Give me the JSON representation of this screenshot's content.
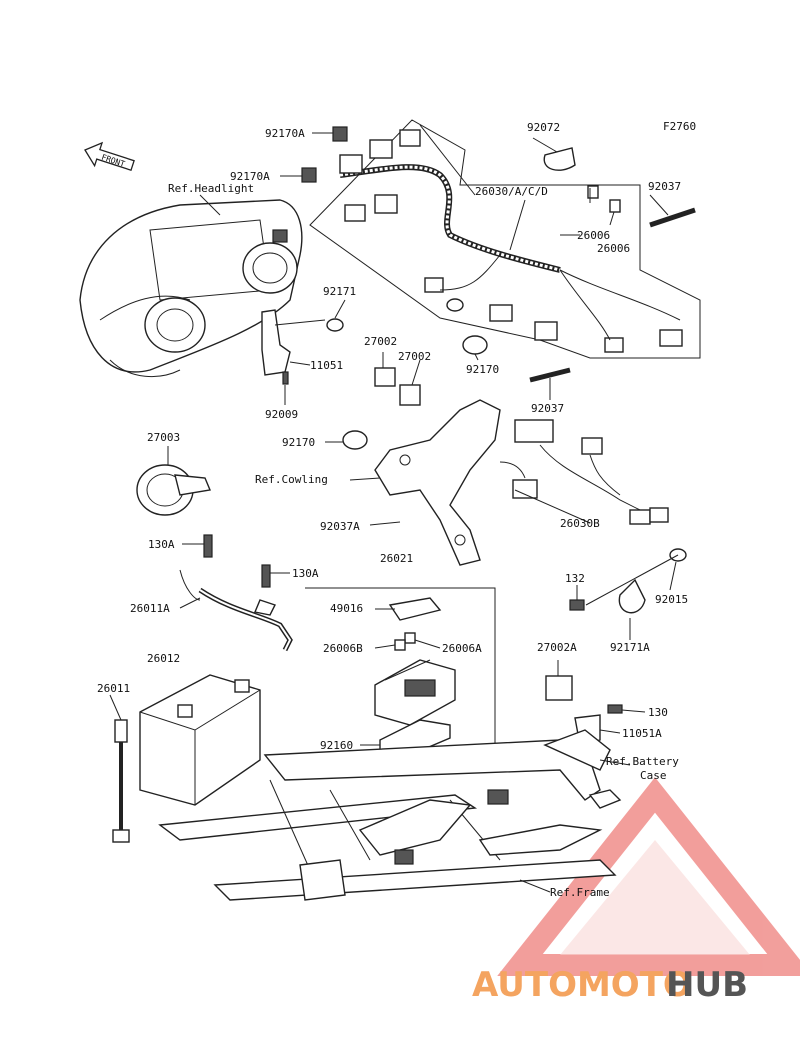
{
  "figure_code": "F2760",
  "front_label": "FRONT",
  "refs": {
    "headlight": "Ref.Headlight",
    "cowling": "Ref.Cowling",
    "battery_case_line1": "Ref.Battery",
    "battery_case_line2": "Case",
    "frame": "Ref.Frame"
  },
  "parts": {
    "p92170A_a": "92170A",
    "p92170A_b": "92170A",
    "p92072": "92072",
    "p26030": "26030/A/C/D",
    "p92037_a": "92037",
    "p26006_a": "26006",
    "p26006_b": "26006",
    "p92171": "92171",
    "p11051": "11051",
    "p92009": "92009",
    "p27002_a": "27002",
    "p27002_b": "27002",
    "p92170_a": "92170",
    "p92170_b": "92170",
    "p92037_b": "92037",
    "p27003": "27003",
    "p26030B": "26030B",
    "p92037A": "92037A",
    "p130A_a": "130A",
    "p130A_b": "130A",
    "p26021": "26021",
    "p26011A": "26011A",
    "p49016": "49016",
    "p26006B": "26006B",
    "p26006A": "26006A",
    "p132": "132",
    "p92015": "92015",
    "p92171A": "92171A",
    "p26012": "26012",
    "p27002A": "27002A",
    "p26011": "26011",
    "p130": "130",
    "p11051A": "11051A",
    "p92160": "92160"
  },
  "watermark": {
    "part1": "AUTOMOTO",
    "part2": "HUB",
    "color1": "#f4a460",
    "color2": "#555555",
    "triangle_color": "#e8504a"
  }
}
